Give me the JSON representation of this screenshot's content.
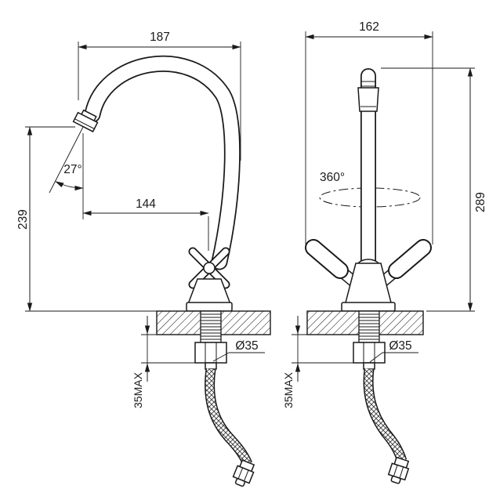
{
  "page": {
    "background_color": "#ffffff",
    "line_color": "#1a1a1a"
  },
  "drawing": {
    "subject": "two-handle kitchen faucet dimensional drawing, side view and front view",
    "side_view": {
      "labels": {
        "overall_width": "187",
        "height_to_spout": "239",
        "spout_reach": "144",
        "stream_angle": "27°",
        "max_deck_thickness": "35MAX",
        "mounting_hole_diameter": "Ø35"
      }
    },
    "front_view": {
      "labels": {
        "overall_width": "162",
        "overall_height": "289",
        "spout_swivel": "360°",
        "max_deck_thickness": "35MAX",
        "mounting_hole_diameter": "Ø35"
      }
    }
  }
}
